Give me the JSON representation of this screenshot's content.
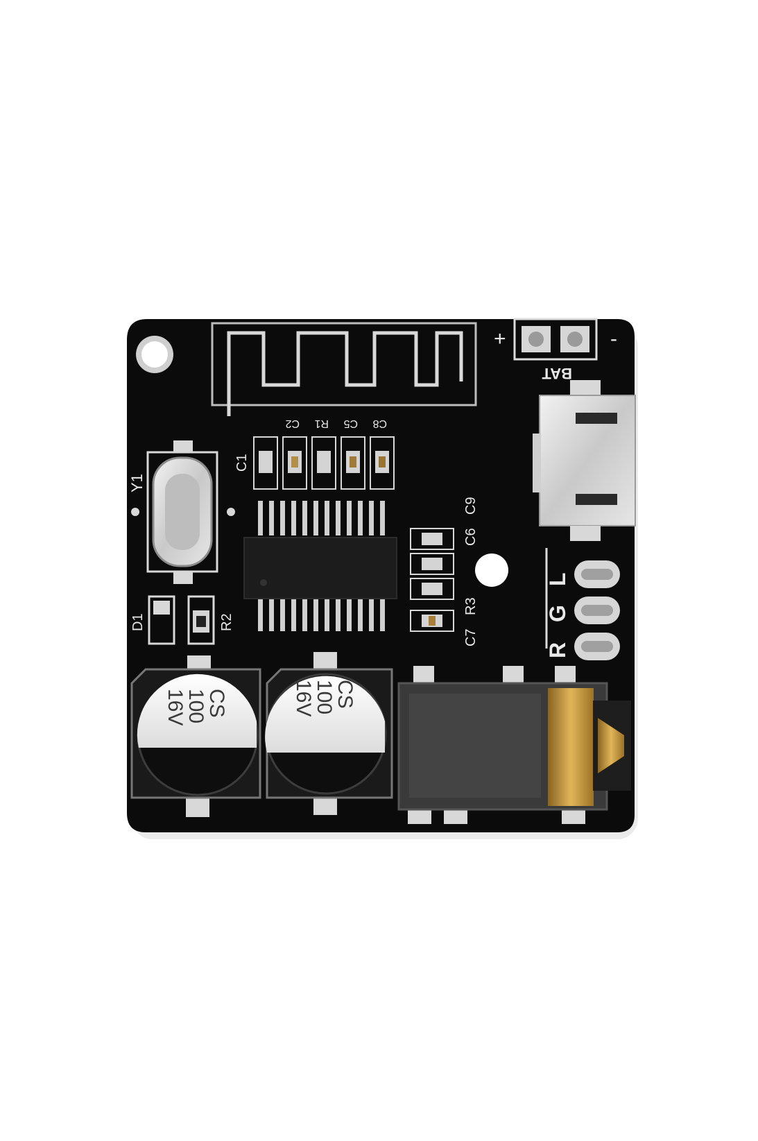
{
  "board": {
    "silkscreen": {
      "plus": "+",
      "minus": "-",
      "bat": "BAT",
      "y1": "Y1",
      "c1": "C1",
      "c2": "C2",
      "r1": "R1",
      "c5": "C5",
      "c8": "C8",
      "c6": "C6",
      "c9": "C9",
      "c7": "C7",
      "r3": "R3",
      "d1": "D1",
      "r2": "R2",
      "r": "R",
      "g": "G",
      "l": "L"
    },
    "capacitor_left": {
      "line1": "CS",
      "line2": "100",
      "line3": "16V"
    },
    "capacitor_right": {
      "line1": "CS",
      "line2": "100",
      "line3": "16V"
    }
  },
  "colors": {
    "pcb": "#0b0b0b",
    "silk": "#e8e8e8",
    "pad": "#d8d8d8",
    "gold": "#c79a3a",
    "background": "#ffffff"
  }
}
